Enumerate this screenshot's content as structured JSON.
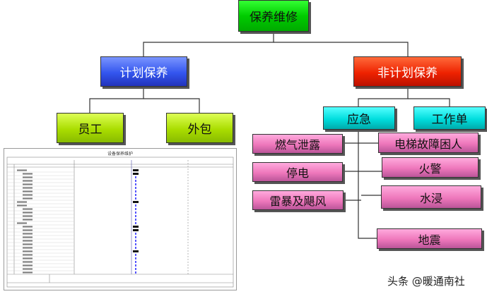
{
  "root": "保养维修",
  "planned": {
    "label": "计划保养",
    "children": [
      "员工",
      "外包"
    ]
  },
  "unplanned": {
    "label": "非计划保养",
    "emergency": {
      "label": "应急"
    },
    "work_order": {
      "label": "工作单"
    },
    "left_items": [
      "燃气泄露",
      "停电",
      "雷暴及飓风"
    ],
    "right_items": [
      "电梯故障困人",
      "火警",
      "水浸",
      "地震"
    ]
  },
  "document": {
    "title": "设备保养维护"
  },
  "watermark": "头条 @暖通南社",
  "colors": {
    "root": "#00cc00",
    "planned": "#3355ee",
    "unplanned": "#ee2200",
    "planned_children": "#aadd00",
    "unplanned_children": "#00dddd",
    "items": "#ee77bb"
  }
}
